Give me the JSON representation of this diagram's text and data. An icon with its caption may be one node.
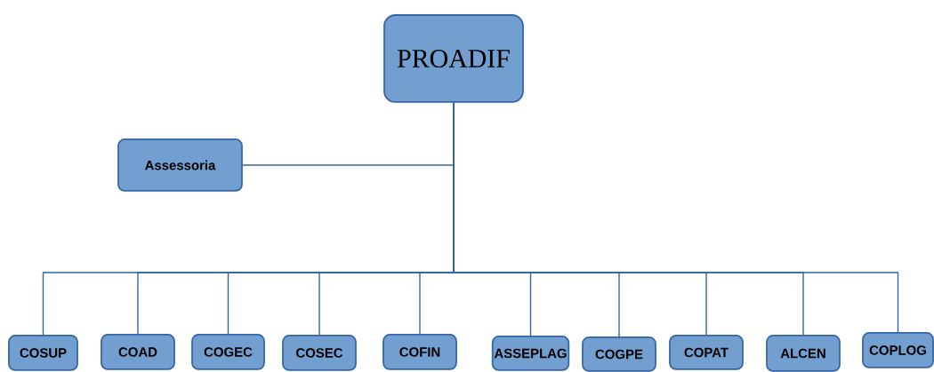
{
  "diagram": {
    "nodes": [
      {
        "text": [
          "PROADIF"
        ]
      },
      {
        "text": [
          "Assessoria"
        ]
      },
      {
        "text": [
          "COSUP"
        ]
      },
      {
        "text": [
          "COAD"
        ]
      },
      {
        "text": [
          "COGEC"
        ]
      },
      {
        "text": [
          "COSEC"
        ]
      },
      {
        "text": [
          "COFIN"
        ]
      },
      {
        "text": [
          "ASSEPLAG"
        ]
      },
      {
        "text": [
          "COGPE"
        ]
      },
      {
        "text": [
          "COPAT"
        ]
      },
      {
        "text": [
          "ALCEN"
        ]
      },
      {
        "text": [
          "COPLOG"
        ]
      }
    ],
    "edges": [
      {
        "from": 0,
        "to": 1,
        "arrow": "none"
      },
      {
        "from": 0,
        "to": 2,
        "arrow": "none"
      },
      {
        "from": 0,
        "to": 3,
        "arrow": "none"
      },
      {
        "from": 0,
        "to": 4,
        "arrow": "none"
      },
      {
        "from": 0,
        "to": 5,
        "arrow": "none"
      },
      {
        "from": 0,
        "to": 6,
        "arrow": "none"
      },
      {
        "from": 0,
        "to": 7,
        "arrow": "none"
      },
      {
        "from": 0,
        "to": 8,
        "arrow": "none"
      },
      {
        "from": 0,
        "to": 9,
        "arrow": "none"
      },
      {
        "from": 0,
        "to": 10,
        "arrow": "none"
      },
      {
        "from": 0,
        "to": 11,
        "arrow": "none"
      }
    ]
  }
}
